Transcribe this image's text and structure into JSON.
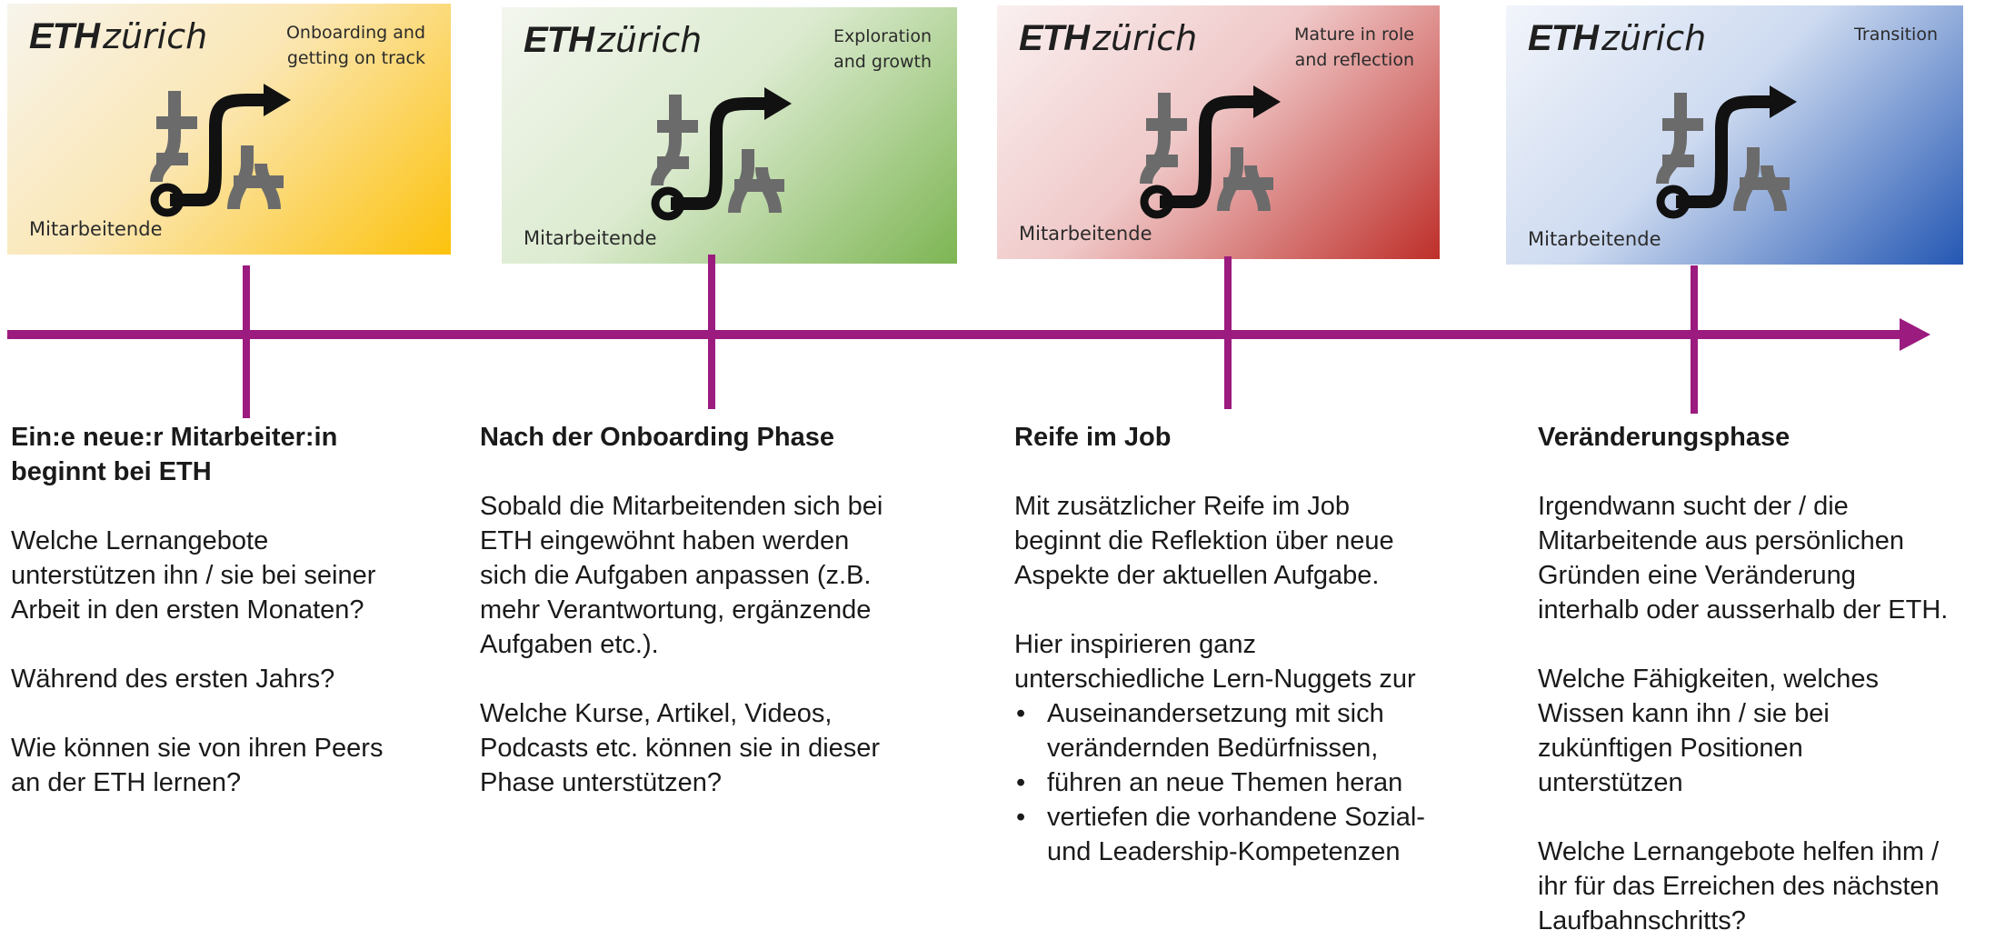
{
  "cards": [
    {
      "logo_eth": "ETH",
      "logo_zurich": "zürich",
      "phase_line1": "Onboarding and",
      "phase_line2": "getting on track",
      "who": "Mitarbeitende"
    },
    {
      "logo_eth": "ETH",
      "logo_zurich": "zürich",
      "phase_line1": "Exploration",
      "phase_line2": "and growth",
      "who": "Mitarbeitende"
    },
    {
      "logo_eth": "ETH",
      "logo_zurich": "zürich",
      "phase_line1": "Mature in role",
      "phase_line2": "and reflection",
      "who": "Mitarbeitende"
    },
    {
      "logo_eth": "ETH",
      "logo_zurich": "zürich",
      "phase_line1": "Transition",
      "phase_line2": "",
      "who": "Mitarbeitende"
    }
  ],
  "colors": {
    "timeline": "#9b1b7f",
    "icon_dark": "#111111",
    "icon_grey": "#6b6b6b"
  },
  "icons": [
    "path-branch-icon",
    "arrow-head-icon"
  ],
  "sections": [
    {
      "title_line1": "Ein:e neue:r Mitarbeiter:in",
      "title_line2": "beginnt bei ETH",
      "p1": [
        "Welche Lernangebote",
        "unterstützen ihn / sie bei seiner",
        "Arbeit in den ersten Monaten?"
      ],
      "p2": "Während des ersten Jahrs?",
      "p3": [
        "Wie können sie von ihren  Peers",
        "an der ETH lernen?"
      ]
    },
    {
      "title": "Nach der Onboarding Phase",
      "p1": [
        "Sobald die Mitarbeitenden sich bei",
        "ETH eingewöhnt haben werden",
        "sich die Aufgaben anpassen (z.B.",
        "mehr Verantwortung, ergänzende",
        "Aufgaben etc.)."
      ],
      "p2": [
        "Welche Kurse, Artikel, Videos,",
        "Podcasts etc. können sie in dieser",
        "Phase unterstützen?"
      ]
    },
    {
      "title": "Reife im Job",
      "p1": [
        "Mit zusätzlicher Reife im Job",
        "beginnt die Reflektion über neue",
        "Aspekte der aktuellen Aufgabe."
      ],
      "p2": [
        "Hier inspirieren ganz",
        "unterschiedliche Lern-Nuggets zur"
      ],
      "bullets": [
        [
          "Auseinandersetzung mit sich",
          "verändernden Bedürfnissen,"
        ],
        [
          "führen an neue Themen heran"
        ],
        [
          "vertiefen die vorhandene Sozial-",
          "und Leadership-Kompetenzen"
        ]
      ]
    },
    {
      "title": "Veränderungsphase",
      "p1": [
        "Irgendwann sucht der / die",
        "Mitarbeitende aus persönlichen",
        "Gründen eine Veränderung",
        "interhalb oder ausserhalb der ETH."
      ],
      "p2": [
        "Welche Fähigkeiten, welches",
        "Wissen kann ihn / sie bei",
        "zukünftigen Positionen",
        "unterstützen"
      ],
      "p3": [
        "Welche Lernangebote helfen ihm /",
        "ihr für das Erreichen des nächsten",
        "Laufbahnschritts?"
      ]
    }
  ]
}
